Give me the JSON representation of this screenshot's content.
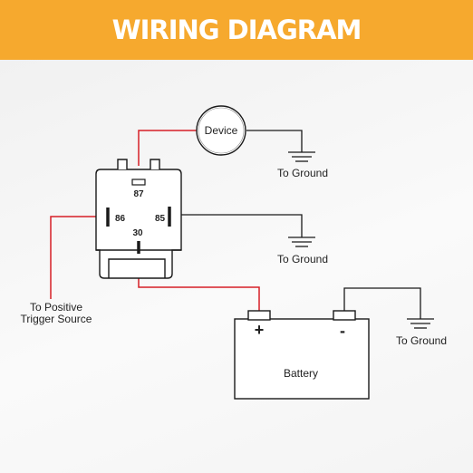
{
  "header": {
    "title": "WIRING DIAGRAM"
  },
  "relay": {
    "pins": {
      "p87": "87",
      "p86": "86",
      "p85": "85",
      "p30": "30"
    }
  },
  "device": {
    "label": "Device"
  },
  "battery": {
    "label": "Battery",
    "positive": "+",
    "negative": "-"
  },
  "labels": {
    "ground_device": "To Ground",
    "ground_85": "To Ground",
    "ground_battery": "To Ground",
    "trigger_line1": "To Positive",
    "trigger_line2": "Trigger Source"
  },
  "colors": {
    "banner": "#f6a92e",
    "positive_wire": "#d61f26",
    "ground_wire": "#1a1a1a"
  }
}
